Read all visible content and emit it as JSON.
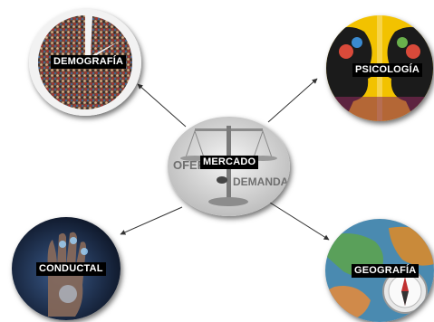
{
  "diagram": {
    "center": {
      "label": "MERCADO",
      "image_text_left": "OFERT",
      "image_text_right": "DEMANDA"
    },
    "nodes": [
      {
        "id": "demografia",
        "label": "DEMOGRAFÍA"
      },
      {
        "id": "psicologia",
        "label": "PSICOLOGÍA"
      },
      {
        "id": "conductal",
        "label": "CONDUCTAL"
      },
      {
        "id": "geografia",
        "label": "GEOGRAFÍA"
      }
    ],
    "colors": {
      "arrow": "#333333",
      "label_bg": "#000000",
      "label_text": "#ffffff",
      "psico_bg": "#f2c200",
      "cond_bg": "#1a2a44",
      "geo_bg": "#4a8ab0"
    }
  }
}
